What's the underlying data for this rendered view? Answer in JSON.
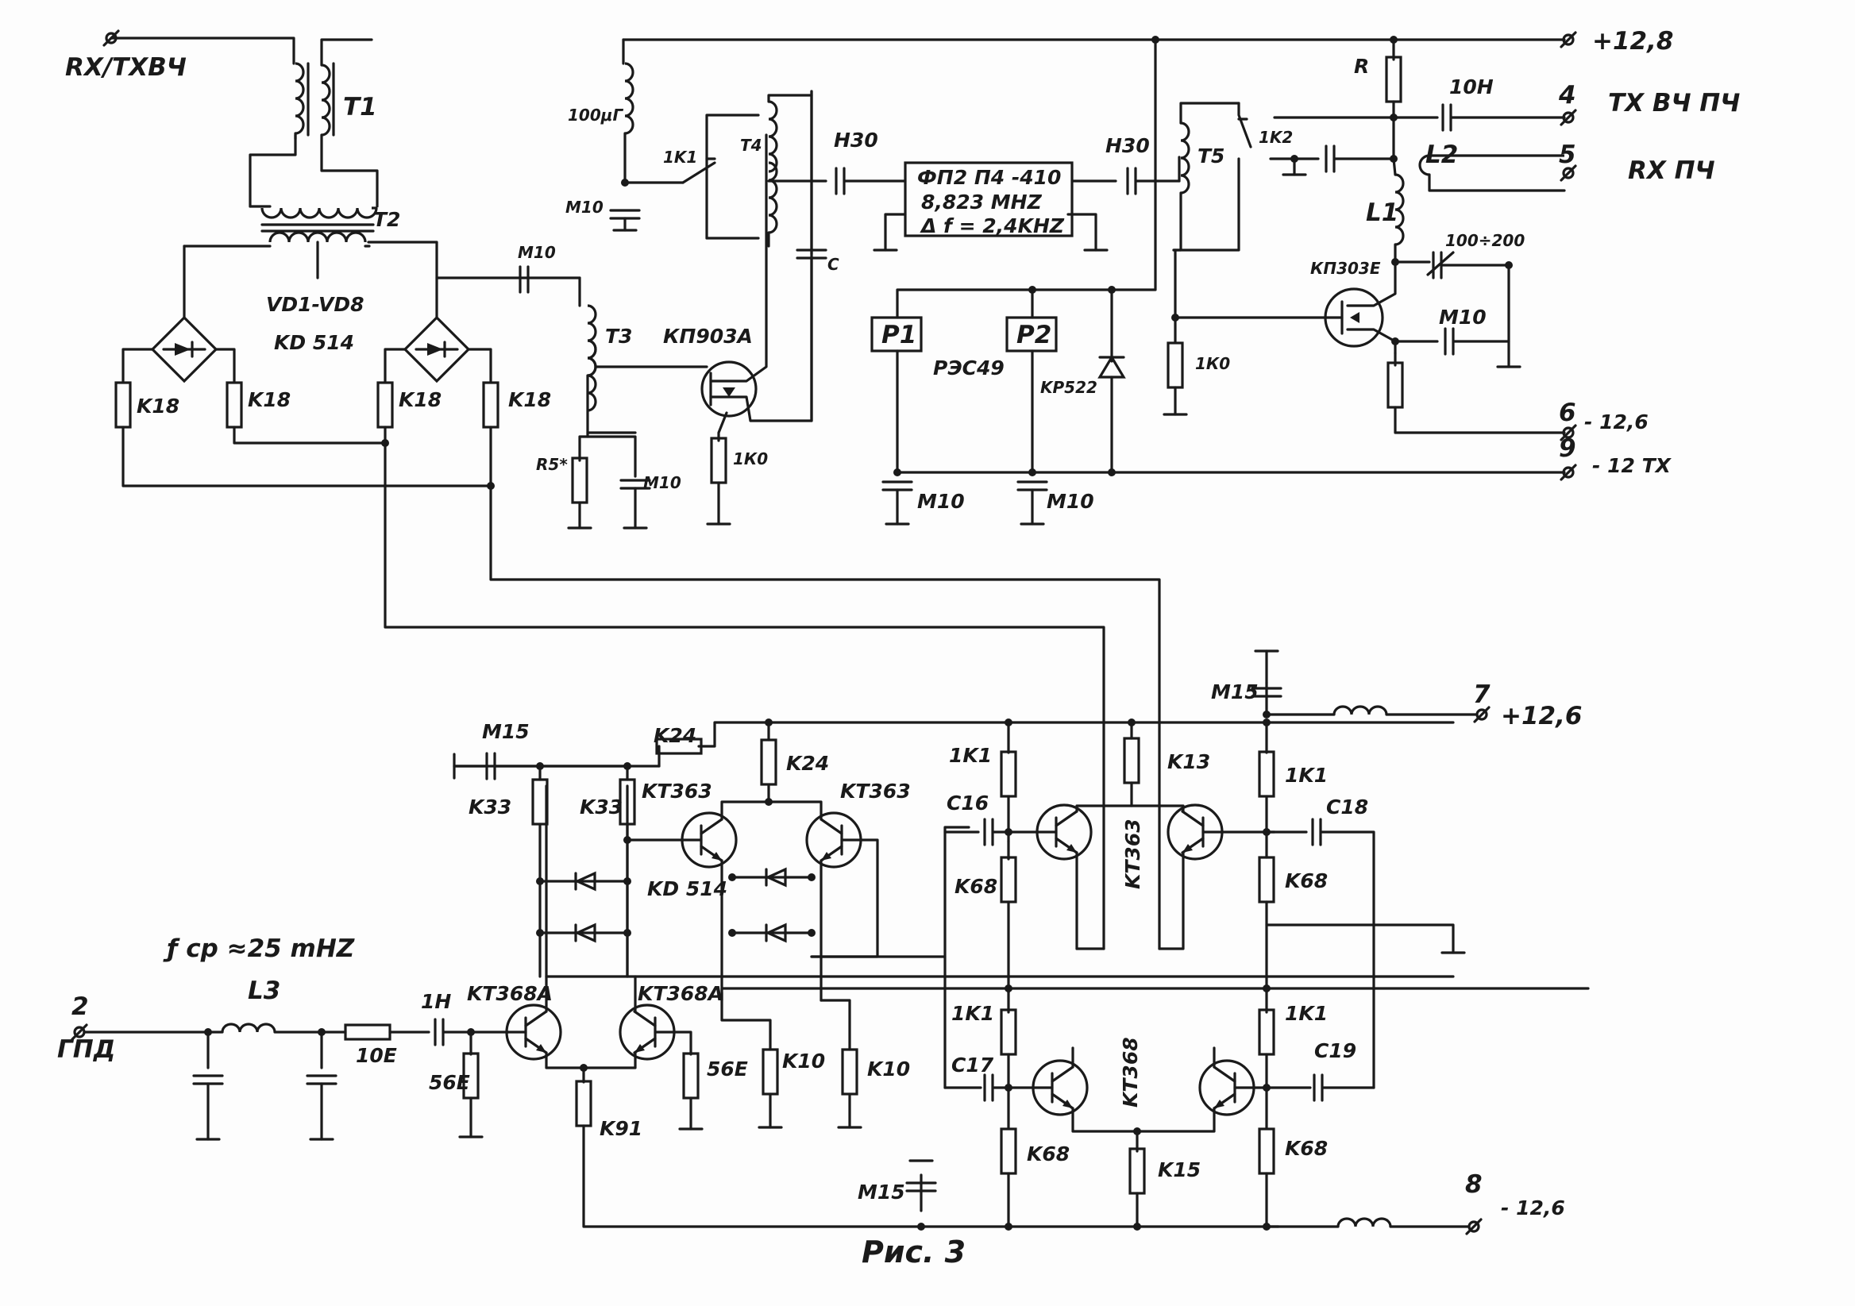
{
  "labels": {
    "rxtx_hf": "RX/TXВЧ",
    "t1": "T1",
    "t2": "T2",
    "t3": "T3",
    "t4": "T4",
    "t5": "T5",
    "vd_range": "VD1-VD8",
    "kd514_top": "KD 514",
    "k18_1": "K18",
    "k18_2": "K18",
    "k18_3": "K18",
    "k18_4": "K18",
    "m10_t3": "M10",
    "m10_t4": "M10",
    "m10_p1": "M10",
    "m10_p2": "M10",
    "m10_l1": "M10",
    "r5": "R5*",
    "kp903a": "КП903А",
    "r_1k0_a": "1К0",
    "r_1k0_b": "1К0",
    "ind_100": "100μΓ",
    "sw_1k1": "1K1",
    "h30_a": "H30",
    "h30_b": "H30",
    "cap_c": "C",
    "filter_l1": "ФП2 П4 -410",
    "filter_l2": "8,823 MHZ",
    "filter_l3": "Δ f = 2,4KHZ",
    "p1": "P1",
    "p2": "P2",
    "rel_type": "РЭС49",
    "kp522": "KP522",
    "sw_1k2": "1K2",
    "res_r": "R",
    "cap_10h": "10H",
    "l1": "L1",
    "l2": "L2",
    "trim_cap": "100÷200",
    "kp303e": "КП303Е",
    "pwr_plus_128": "+12,8",
    "pin4": "4",
    "tx_if": "TX ВЧ ПЧ",
    "pin5": "5",
    "rx_if": "RX ПЧ",
    "pin6": "6",
    "minus_126_a": "- 12,6",
    "pin9": "9",
    "minus_12tx": "- 12 TX",
    "m15_top": "M15",
    "pin7": "7",
    "plus_126": "+12,6",
    "m15_left": "M15",
    "k24_a": "K24",
    "k24_b": "K24",
    "k33_a": "K33",
    "k33_b": "K33",
    "kt363_a": "KT363",
    "kt363_b": "KT363",
    "kt363_c": "KT363",
    "kd514_bot": "KD 514",
    "r1k1_a": "1K1",
    "r1k1_b": "1K1",
    "r1k1_c": "1K1",
    "r1k1_d": "1K1",
    "k13": "K13",
    "c16": "C16",
    "c18": "C18",
    "k68_a": "K68",
    "k68_b": "K68",
    "k68_c": "K68",
    "k68_d": "K68",
    "f_cp": "ƒ cp ≈25 mHZ",
    "pin2": "2",
    "gpd": "ГПД",
    "l3": "L3",
    "r10e": "10E",
    "c1h": "1H",
    "kt368a_a": "KT368A",
    "kt368a_b": "KT368A",
    "r56e_a": "56E",
    "r56e_b": "56E",
    "k91": "K91",
    "k10_a": "K10",
    "k10_b": "K10",
    "c17": "C17",
    "c19": "C19",
    "kt368": "KT368",
    "k15": "K15",
    "m15_bot": "M15",
    "pin8": "8",
    "minus_126_b": "- 12,6",
    "caption": "Рис. 3"
  }
}
